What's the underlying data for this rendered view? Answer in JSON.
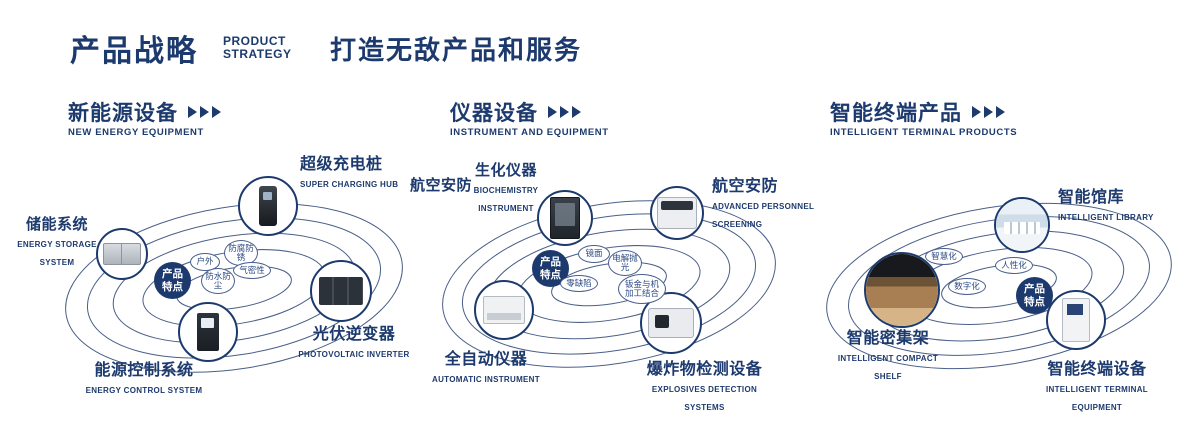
{
  "header": {
    "title": "产品战略",
    "subtitle_line1": "PRODUCT",
    "subtitle_line2": "STRATEGY",
    "slogan": "打造无敌产品和服务"
  },
  "sections": [
    {
      "title": "新能源设备",
      "subtitle": "NEW ENERGY EQUIPMENT",
      "center_label": "产品特点",
      "features": [
        "户外",
        "防腐防锈",
        "气密性",
        "防水防尘"
      ],
      "products": [
        {
          "name": "储能系统",
          "en": "ENERGY STORAGE SYSTEM"
        },
        {
          "name": "超级充电桩",
          "en": "SUPER CHARGING HUB"
        },
        {
          "name": "光伏逆变器",
          "en": "PHOTOVOLTAIC INVERTER"
        },
        {
          "name": "能源控制系统",
          "en": "ENERGY CONTROL SYSTEM"
        }
      ]
    },
    {
      "title": "仪器设备",
      "subtitle": "INSTRUMENT AND EQUIPMENT",
      "extra_label": "航空安防",
      "center_label": "产品特点",
      "features": [
        "镜面",
        "电解抛光",
        "零缺陷",
        "钣金与机加工结合"
      ],
      "products": [
        {
          "name": "生化仪器",
          "en": "BIOCHEMISTRY INSTRUMENT"
        },
        {
          "name": "航空安防",
          "en": "ADVANCED PERSONNEL SCREENING"
        },
        {
          "name": "全自动仪器",
          "en": "AUTOMATIC INSTRUMENT"
        },
        {
          "name": "爆炸物检测设备",
          "en": "EXPLOSIVES DETECTION SYSTEMS"
        }
      ]
    },
    {
      "title": "智能终端产品",
      "subtitle": "INTELLIGENT TERMINAL PRODUCTS",
      "center_label": "产品特点",
      "features": [
        "智慧化",
        "人性化",
        "数字化"
      ],
      "products": [
        {
          "name": "智能馆库",
          "en": "INTELLIGENT LIBRARY"
        },
        {
          "name": "智能密集架",
          "en": "INTELLIGENT COMPACT SHELF"
        },
        {
          "name": "智能终端设备",
          "en": "INTELLIGENT TERMINAL EQUIPMENT"
        }
      ]
    }
  ],
  "colors": {
    "navy": "#1d3a6e",
    "background": "#ffffff"
  }
}
